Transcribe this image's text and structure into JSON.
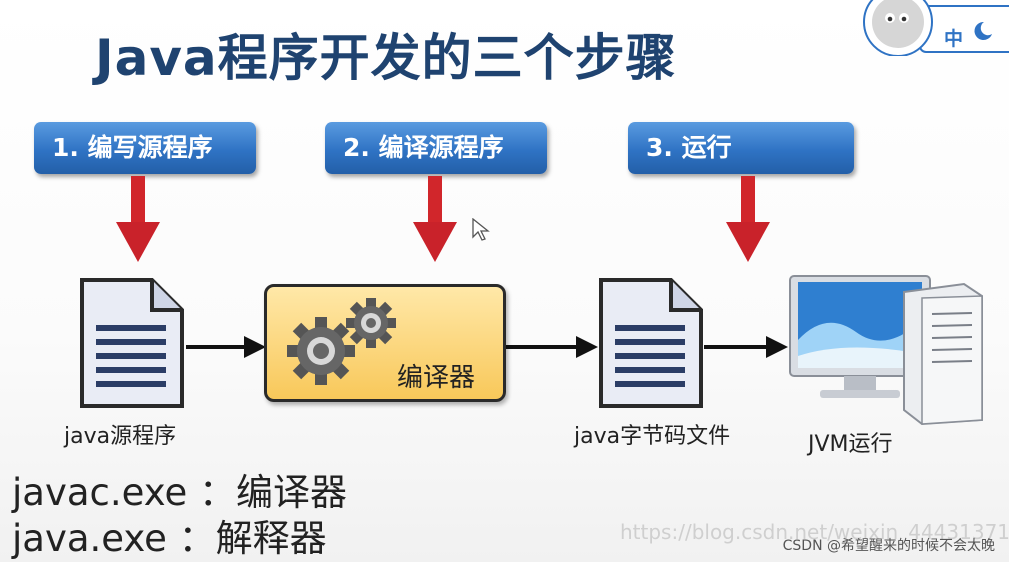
{
  "title": "Java程序开发的三个步骤",
  "steps": [
    {
      "label": "1. 编写源程序"
    },
    {
      "label": "2. 编译源程序"
    },
    {
      "label": "3. 运行"
    }
  ],
  "nodes": {
    "source_label": "java源程序",
    "compiler_label": "编译器",
    "bytecode_label": "java字节码文件",
    "jvm_label": "JVM运行"
  },
  "notes": [
    {
      "text": "javac.exe ：编译器"
    },
    {
      "text": "java.exe ：解释器"
    }
  ],
  "watermark": "https://blog.csdn.net/weixin_44431371",
  "credit": "CSDN @希望醒来的时候不会太晚",
  "badge": {
    "text": "中"
  },
  "colors": {
    "title": "#1f4370",
    "step_blue": "#2f73c4",
    "arrow_red": "#d1262b",
    "compiler_fill": "#f8c85a"
  }
}
